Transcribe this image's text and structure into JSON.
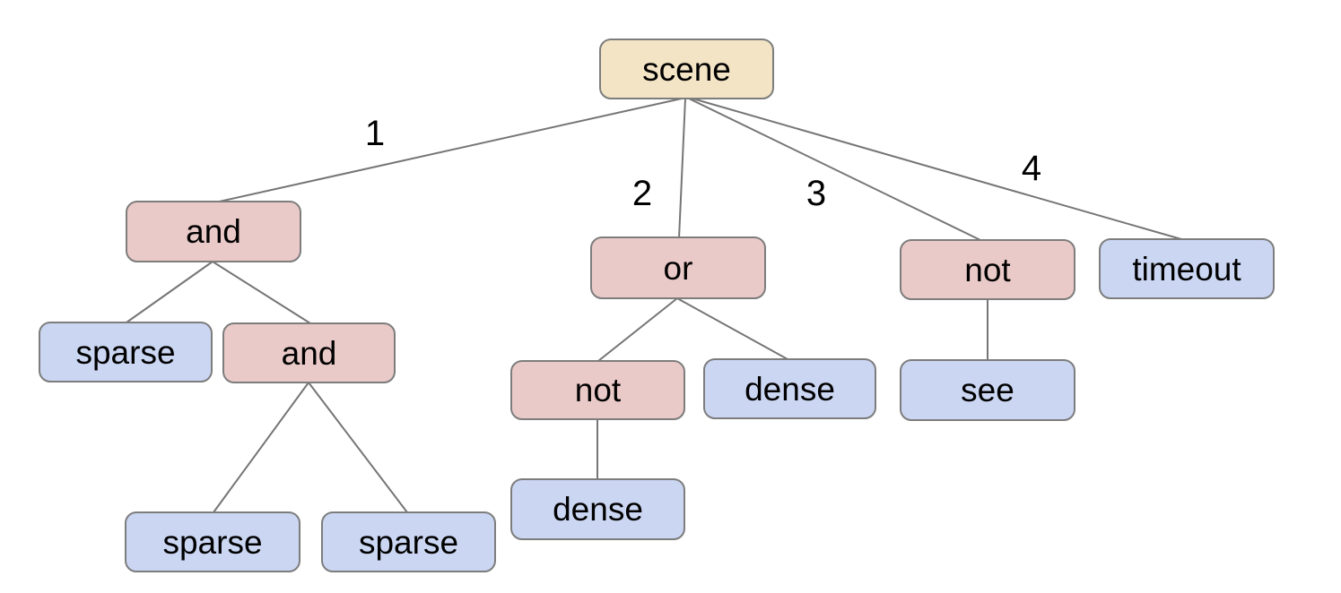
{
  "diagram": {
    "type": "tree",
    "root": "scene"
  },
  "colors": {
    "root_fill": "#f3e4c6",
    "operator_fill": "#eacac8",
    "leaf_fill": "#cbd6f2",
    "node_border": "#7d7d7d",
    "edge_line": "#757575",
    "text": "#000000",
    "background": "#ffffff"
  },
  "nodes": [
    {
      "id": "scene",
      "label": "scene",
      "role": "root"
    },
    {
      "id": "and-1",
      "label": "and",
      "role": "operator"
    },
    {
      "id": "or",
      "label": "or",
      "role": "operator"
    },
    {
      "id": "not-1",
      "label": "not",
      "role": "operator"
    },
    {
      "id": "timeout",
      "label": "timeout",
      "role": "leaf"
    },
    {
      "id": "sparse-1",
      "label": "sparse",
      "role": "leaf"
    },
    {
      "id": "and-2",
      "label": "and",
      "role": "operator"
    },
    {
      "id": "not-2",
      "label": "not",
      "role": "operator"
    },
    {
      "id": "dense-1",
      "label": "dense",
      "role": "leaf"
    },
    {
      "id": "see",
      "label": "see",
      "role": "leaf"
    },
    {
      "id": "sparse-2",
      "label": "sparse",
      "role": "leaf"
    },
    {
      "id": "sparse-3",
      "label": "sparse",
      "role": "leaf"
    },
    {
      "id": "dense-2",
      "label": "dense",
      "role": "leaf"
    }
  ],
  "edge_labels": [
    "1",
    "2",
    "3",
    "4"
  ],
  "tree": {
    "label": "scene",
    "children": [
      {
        "edge": "1",
        "label": "and",
        "children": [
          {
            "label": "sparse"
          },
          {
            "label": "and",
            "children": [
              {
                "label": "sparse"
              },
              {
                "label": "sparse"
              }
            ]
          }
        ]
      },
      {
        "edge": "2",
        "label": "or",
        "children": [
          {
            "label": "not",
            "children": [
              {
                "label": "dense"
              }
            ]
          },
          {
            "label": "dense"
          }
        ]
      },
      {
        "edge": "3",
        "label": "not",
        "children": [
          {
            "label": "see"
          }
        ]
      },
      {
        "edge": "4",
        "label": "timeout"
      }
    ]
  }
}
